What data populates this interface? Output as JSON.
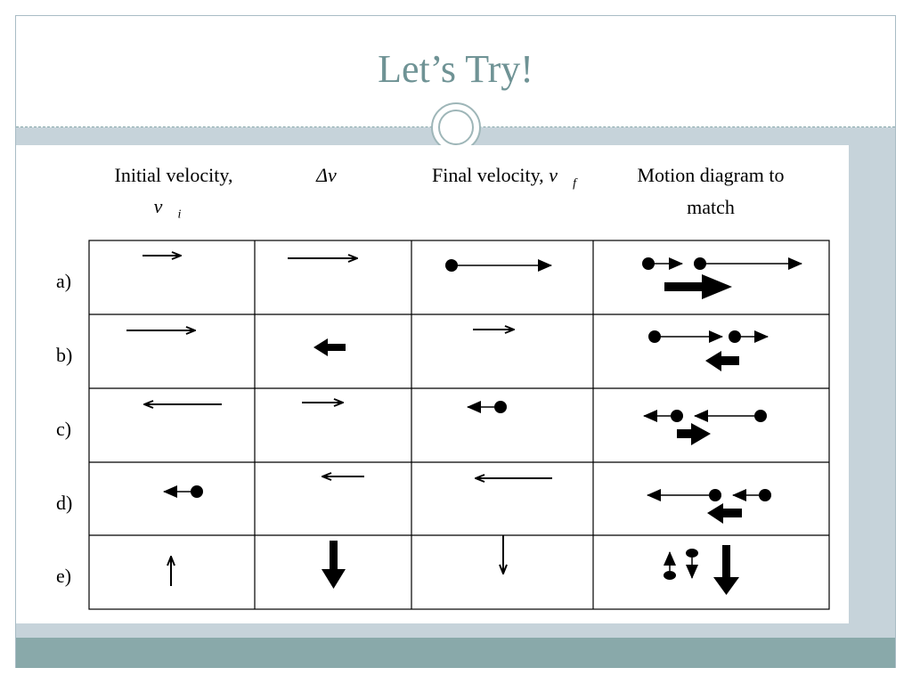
{
  "slide": {
    "title": "Let’s Try!"
  },
  "table": {
    "headers": {
      "initial": {
        "line1": "Initial velocity,",
        "symbol": "v⃗",
        "sub": "i"
      },
      "delta": {
        "symbol": "Δv⃗"
      },
      "final": {
        "line1": "Final velocity,",
        "symbol": "v⃗",
        "sub": "f"
      },
      "motion": {
        "line1": "Motion diagram to",
        "line2": "match"
      }
    },
    "row_labels": [
      "a)",
      "b)",
      "c)",
      "d)",
      "e)"
    ]
  },
  "colors": {
    "title": "#6f9395",
    "band": "#c6d3da",
    "footer": "#89a9aa",
    "ring": "#9eb6b8"
  }
}
